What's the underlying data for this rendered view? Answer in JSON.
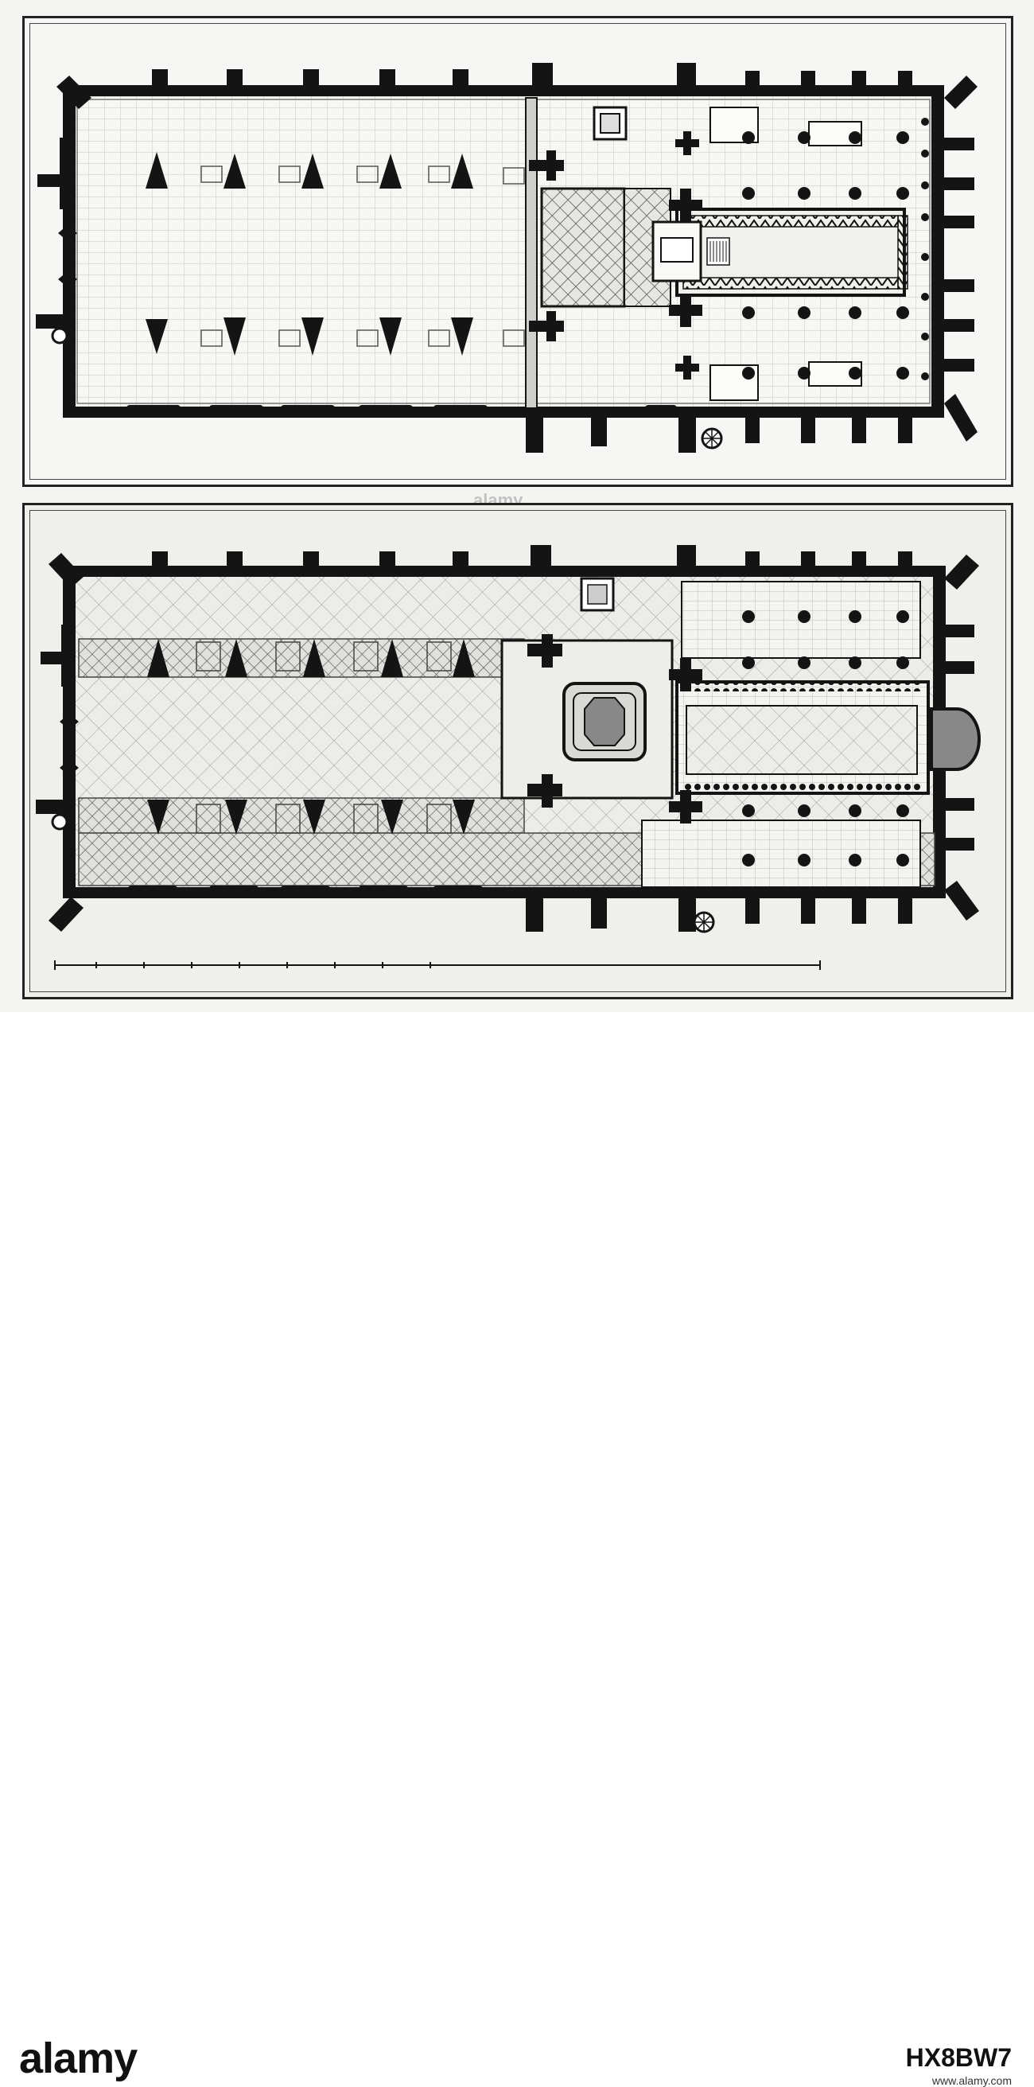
{
  "watermark": {
    "text": "alamy"
  },
  "footer": {
    "brand": "alamy",
    "image_id": "HX8BW7",
    "site_url": "www.alamy.com"
  },
  "colors": {
    "ink": "#141414",
    "paper": "#f6f6f4",
    "hatch": "#9c9c9c"
  },
  "icons": [
    "column-pier-icon",
    "altar-icon",
    "stair-icon",
    "font-basin-icon",
    "bell-wheel-icon"
  ]
}
